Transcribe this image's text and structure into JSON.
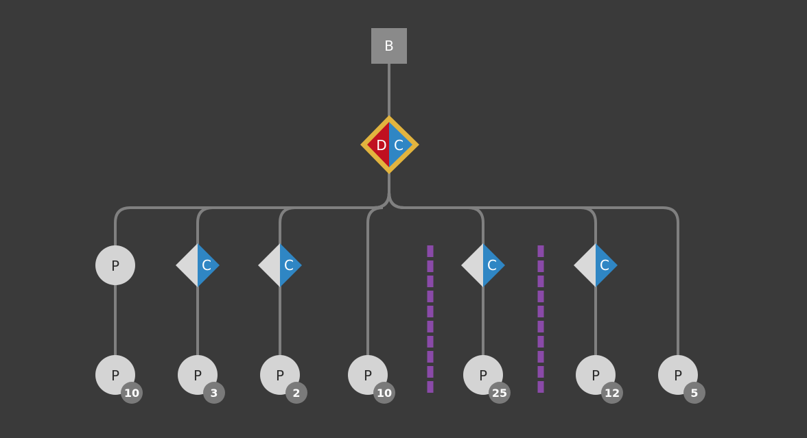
{
  "diagram": {
    "root": {
      "label": "B",
      "fill": "#8a8a8a",
      "text_color": "#ffffff"
    },
    "decision": {
      "left_label": "D",
      "right_label": "C",
      "left_fill": "#c01020",
      "right_fill": "#2f86c4",
      "border": "#e2b43e",
      "text_color": "#ffffff"
    },
    "columns": [
      {
        "mid": {
          "kind": "p",
          "label": "P"
        },
        "leaf": {
          "label": "P",
          "count": "10"
        }
      },
      {
        "mid": {
          "kind": "c",
          "label": "C"
        },
        "leaf": {
          "label": "P",
          "count": "3"
        }
      },
      {
        "mid": {
          "kind": "c",
          "label": "C"
        },
        "leaf": {
          "label": "P",
          "count": "2"
        }
      },
      {
        "mid": null,
        "leaf": {
          "label": "P",
          "count": "10"
        }
      },
      {
        "mid": {
          "kind": "c",
          "label": "C"
        },
        "leaf": {
          "label": "P",
          "count": "25"
        }
      },
      {
        "mid": {
          "kind": "c",
          "label": "C"
        },
        "leaf": {
          "label": "P",
          "count": "12"
        }
      },
      {
        "mid": null,
        "leaf": {
          "label": "P",
          "count": "5"
        }
      }
    ],
    "separators": {
      "count": 2,
      "color": "#8a4aa8"
    },
    "colors": {
      "line": "#808080",
      "p_node": "#d4d4d4",
      "p_text": "#2a2a2a",
      "badge": "#7a7a7a",
      "badge_text": "#ffffff",
      "c_left": "#d9d9d9",
      "c_right": "#2f86c4",
      "c_text": "#ffffff"
    }
  }
}
